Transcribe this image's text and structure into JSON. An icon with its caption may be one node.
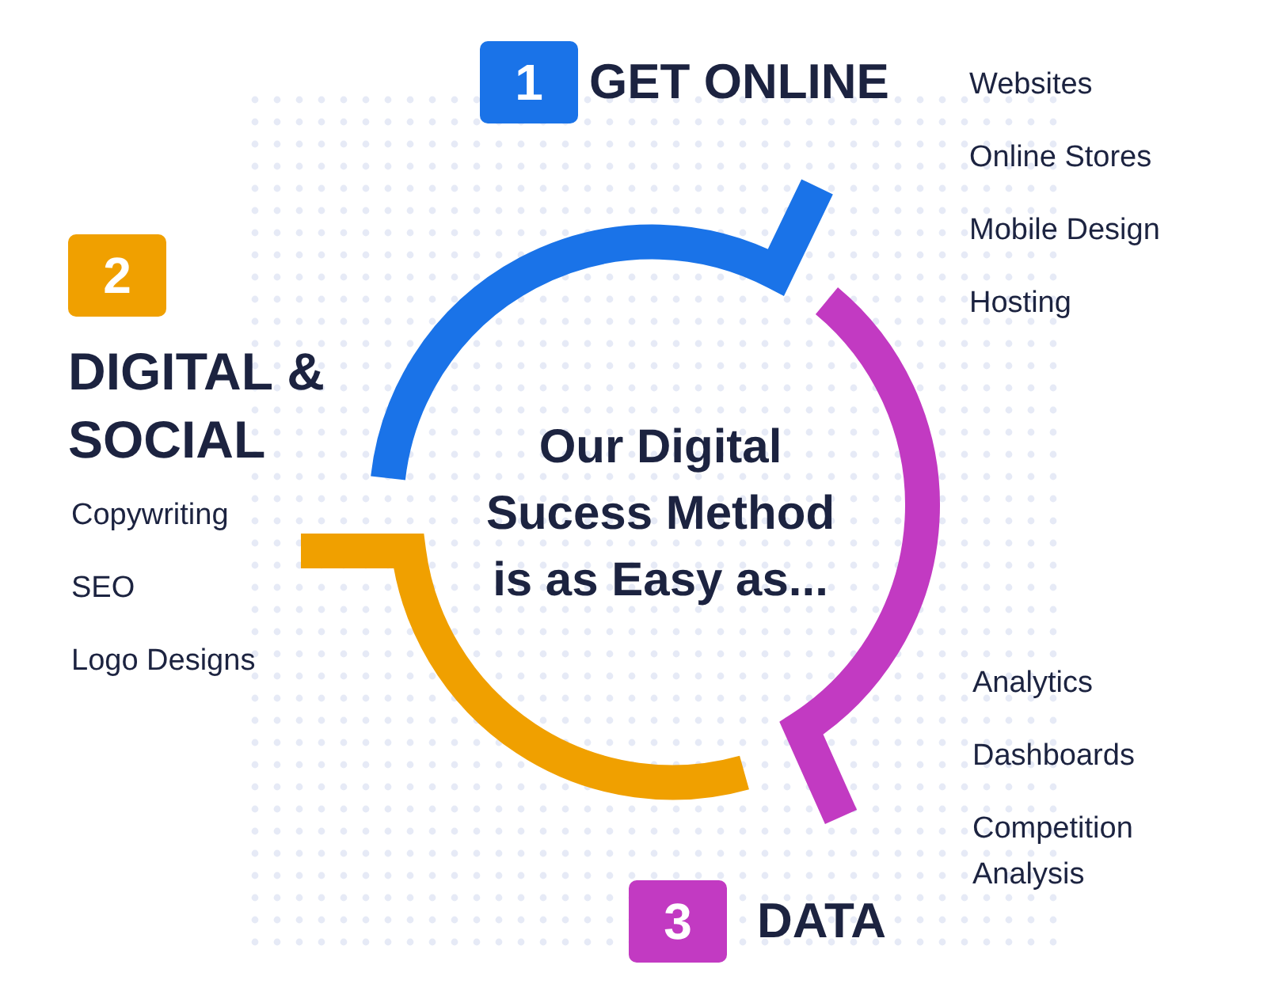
{
  "diagram": {
    "title": "Our Digital Sucess Method is as Easy as...",
    "nodes": [
      {
        "text": [
          "1"
        ],
        "beside": [
          "GET ONLINE"
        ]
      },
      {
        "text": [
          "2"
        ],
        "beside": [
          "DIGITAL & SOCIAL"
        ]
      },
      {
        "text": [
          "3"
        ],
        "beside": [
          "DATA"
        ]
      }
    ],
    "labels": [
      "Websites",
      "Online Stores",
      "Mobile Design",
      "Hosting",
      "Copywriting",
      "SEO",
      "Logo Designs",
      "Analytics",
      "Dashboards",
      "Competition Analysis"
    ]
  }
}
